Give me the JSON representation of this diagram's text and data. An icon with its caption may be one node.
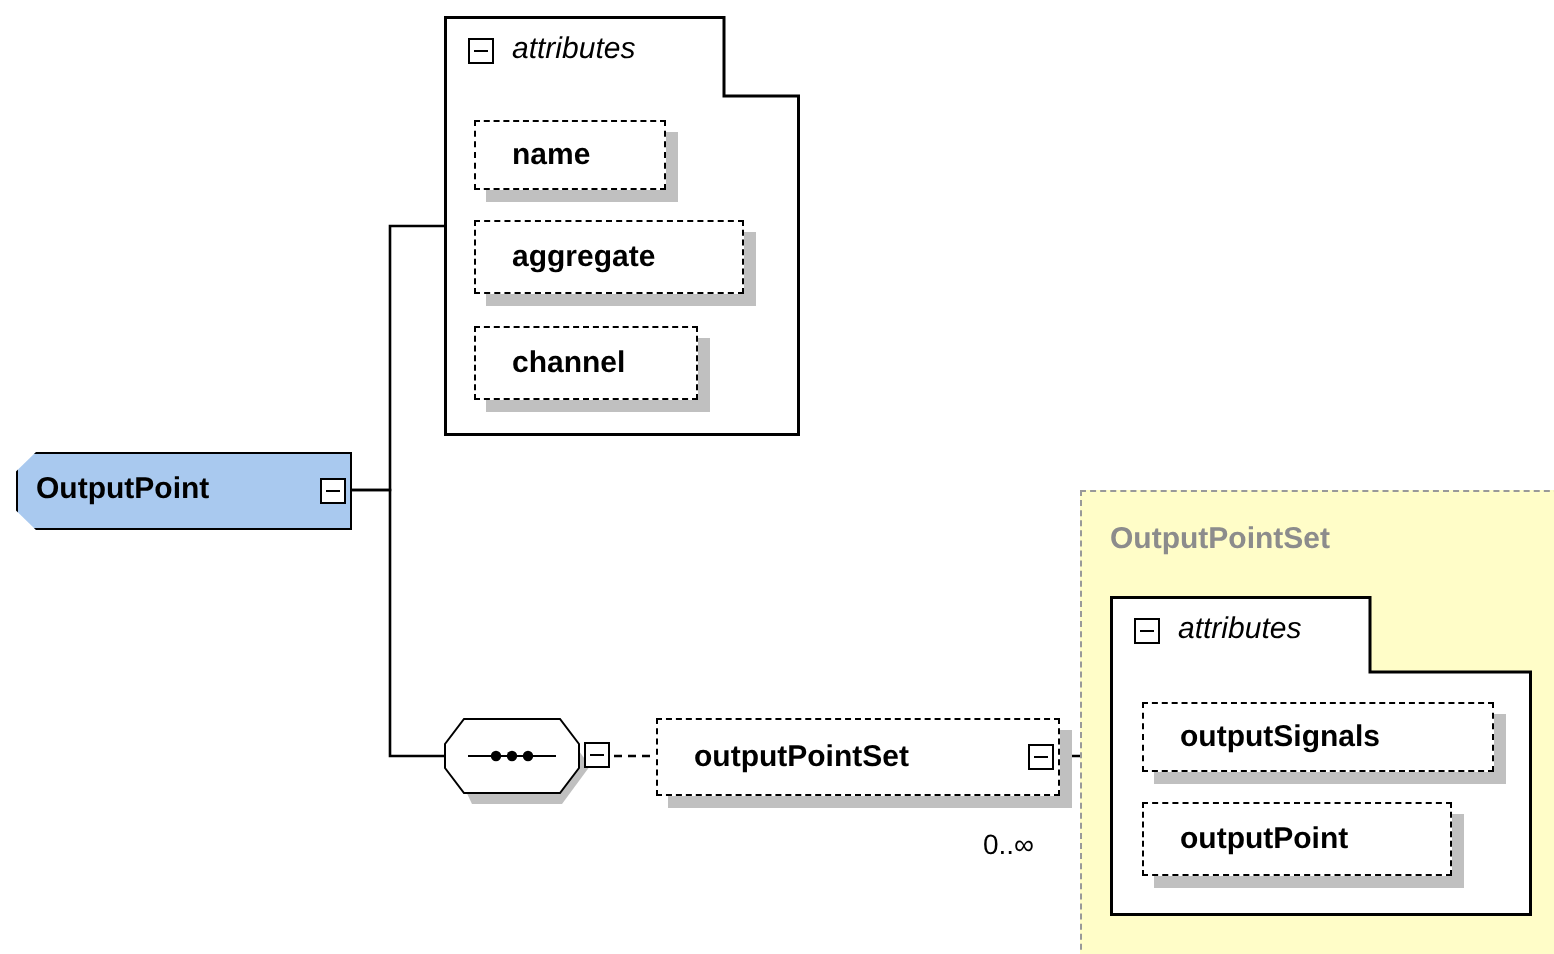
{
  "diagram": {
    "nodes": [
      {
        "text": [
          "OutputPoint"
        ]
      },
      {
        "text": [
          "attributes"
        ]
      },
      {
        "text": [
          "name"
        ],
        "in": 1
      },
      {
        "text": [
          "aggregate"
        ],
        "in": 1
      },
      {
        "text": [
          "channel"
        ],
        "in": 1
      },
      {
        "text": [],
        "shape": "octagon"
      },
      {
        "text": [
          "outputPointSet"
        ],
        "beside": [
          "0..∞"
        ]
      },
      {
        "text": [
          "OutputPointSet"
        ]
      },
      {
        "text": [
          "attributes"
        ],
        "in": 7
      },
      {
        "text": [
          "outputSignals"
        ],
        "in": 8
      },
      {
        "text": [
          "outputPoint"
        ],
        "in": 8
      }
    ],
    "edges": [
      {
        "from": 0,
        "to": 1,
        "arrow": "none"
      },
      {
        "from": 0,
        "to": 5,
        "arrow": "none"
      },
      {
        "from": 5,
        "to": 6,
        "arrow": "none",
        "style": "dashed"
      },
      {
        "from": 6,
        "to": 8,
        "arrow": "none"
      }
    ]
  }
}
